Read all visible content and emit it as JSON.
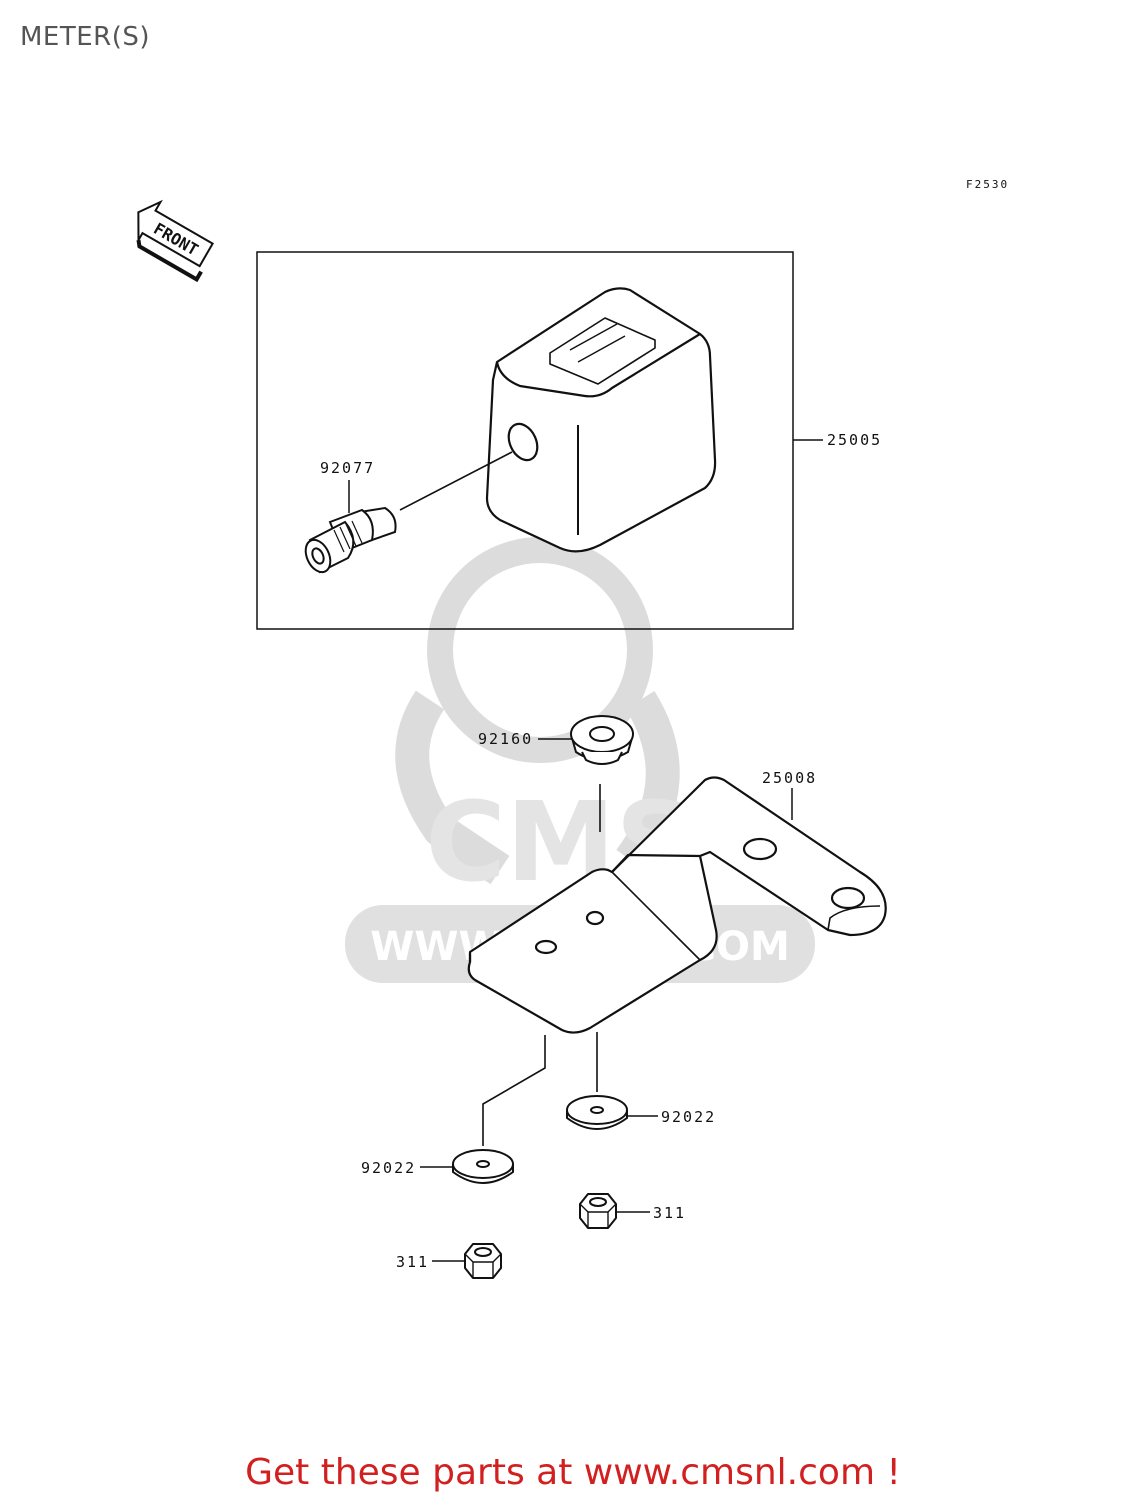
{
  "header": {
    "title": "METER(S)",
    "figure_code": "F2530"
  },
  "orientation": {
    "arrow_label": "FRONT"
  },
  "watermark": {
    "text": "WWW.CMSNL.COM"
  },
  "parts": [
    {
      "id": "meter",
      "number": "25005"
    },
    {
      "id": "drive-joint",
      "number": "92077"
    },
    {
      "id": "grommet",
      "number": "92160"
    },
    {
      "id": "bracket",
      "number": "25008"
    },
    {
      "id": "washer-right",
      "number": "92022"
    },
    {
      "id": "washer-left",
      "number": "92022"
    },
    {
      "id": "nut-right",
      "number": "311"
    },
    {
      "id": "nut-left",
      "number": "311"
    }
  ],
  "footer": {
    "promo": "Get these parts at www.cmsnl.com !"
  }
}
